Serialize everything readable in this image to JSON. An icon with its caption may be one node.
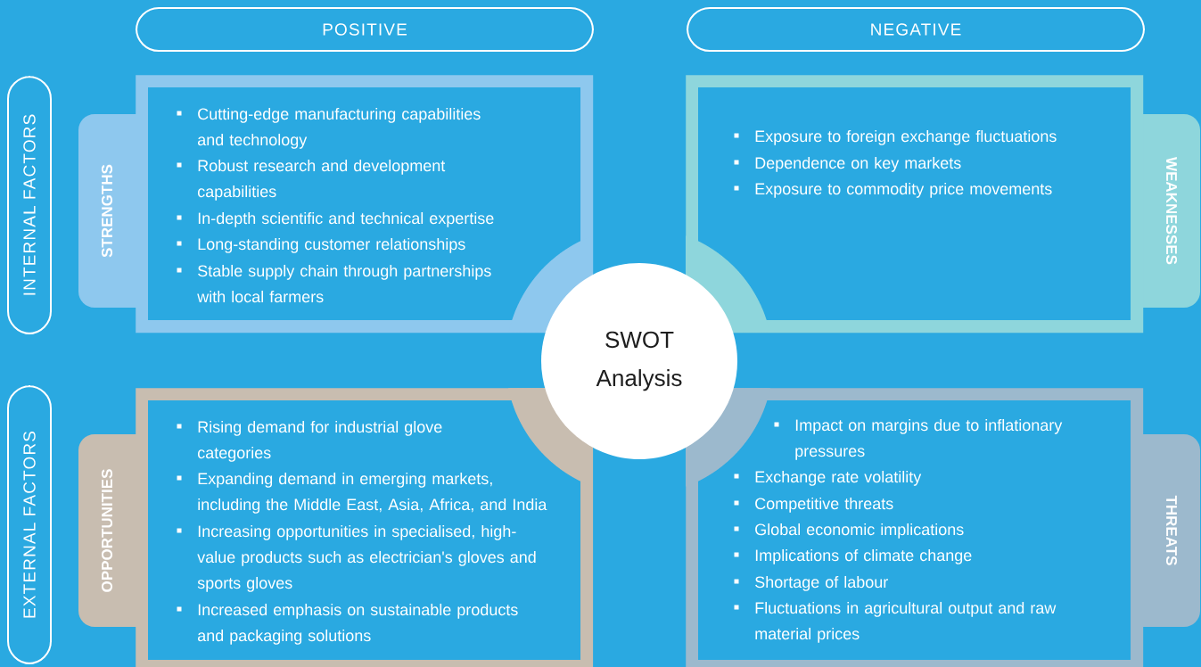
{
  "diagram": {
    "nodes": [
      {
        "text": [
          "POSITIVE"
        ]
      },
      {
        "text": [
          "NEGATIVE"
        ]
      },
      {
        "text": [
          "INTERNAL FACTORS"
        ]
      },
      {
        "text": [
          "EXTERNAL FACTORS"
        ]
      },
      {
        "text": [
          "STRENGTHS",
          "Cutting-edge manufacturing capabilities and technology",
          "Robust research and development capabilities",
          "In-depth scientific and technical expertise",
          "Long-standing customer relationships",
          "Stable supply chain through partnerships with local farmers"
        ]
      },
      {
        "text": [
          "WEAKNESSES",
          "Exposure to foreign exchange fluctuations",
          "Dependence on key markets",
          "Exposure to commodity price movements"
        ]
      },
      {
        "text": [
          "OPPORTUNITIES",
          "Rising demand for industrial glove categories",
          "Expanding demand in emerging markets, including the Middle East, Asia, Africa, and India",
          "Increasing opportunities in specialised, high-value products such as electrician's gloves and sports gloves",
          "Increased emphasis on sustainable products and packaging solutions"
        ]
      },
      {
        "text": [
          "THREATS",
          "Impact on margins due to inflationary pressures",
          "Exchange rate volatility",
          "Competitive threats",
          "Global economic implications",
          "Implications of climate change",
          "Shortage of labour",
          "Fluctuations in agricultural output and raw material prices"
        ]
      },
      {
        "text": [
          "SWOT Analysis"
        ]
      }
    ]
  }
}
